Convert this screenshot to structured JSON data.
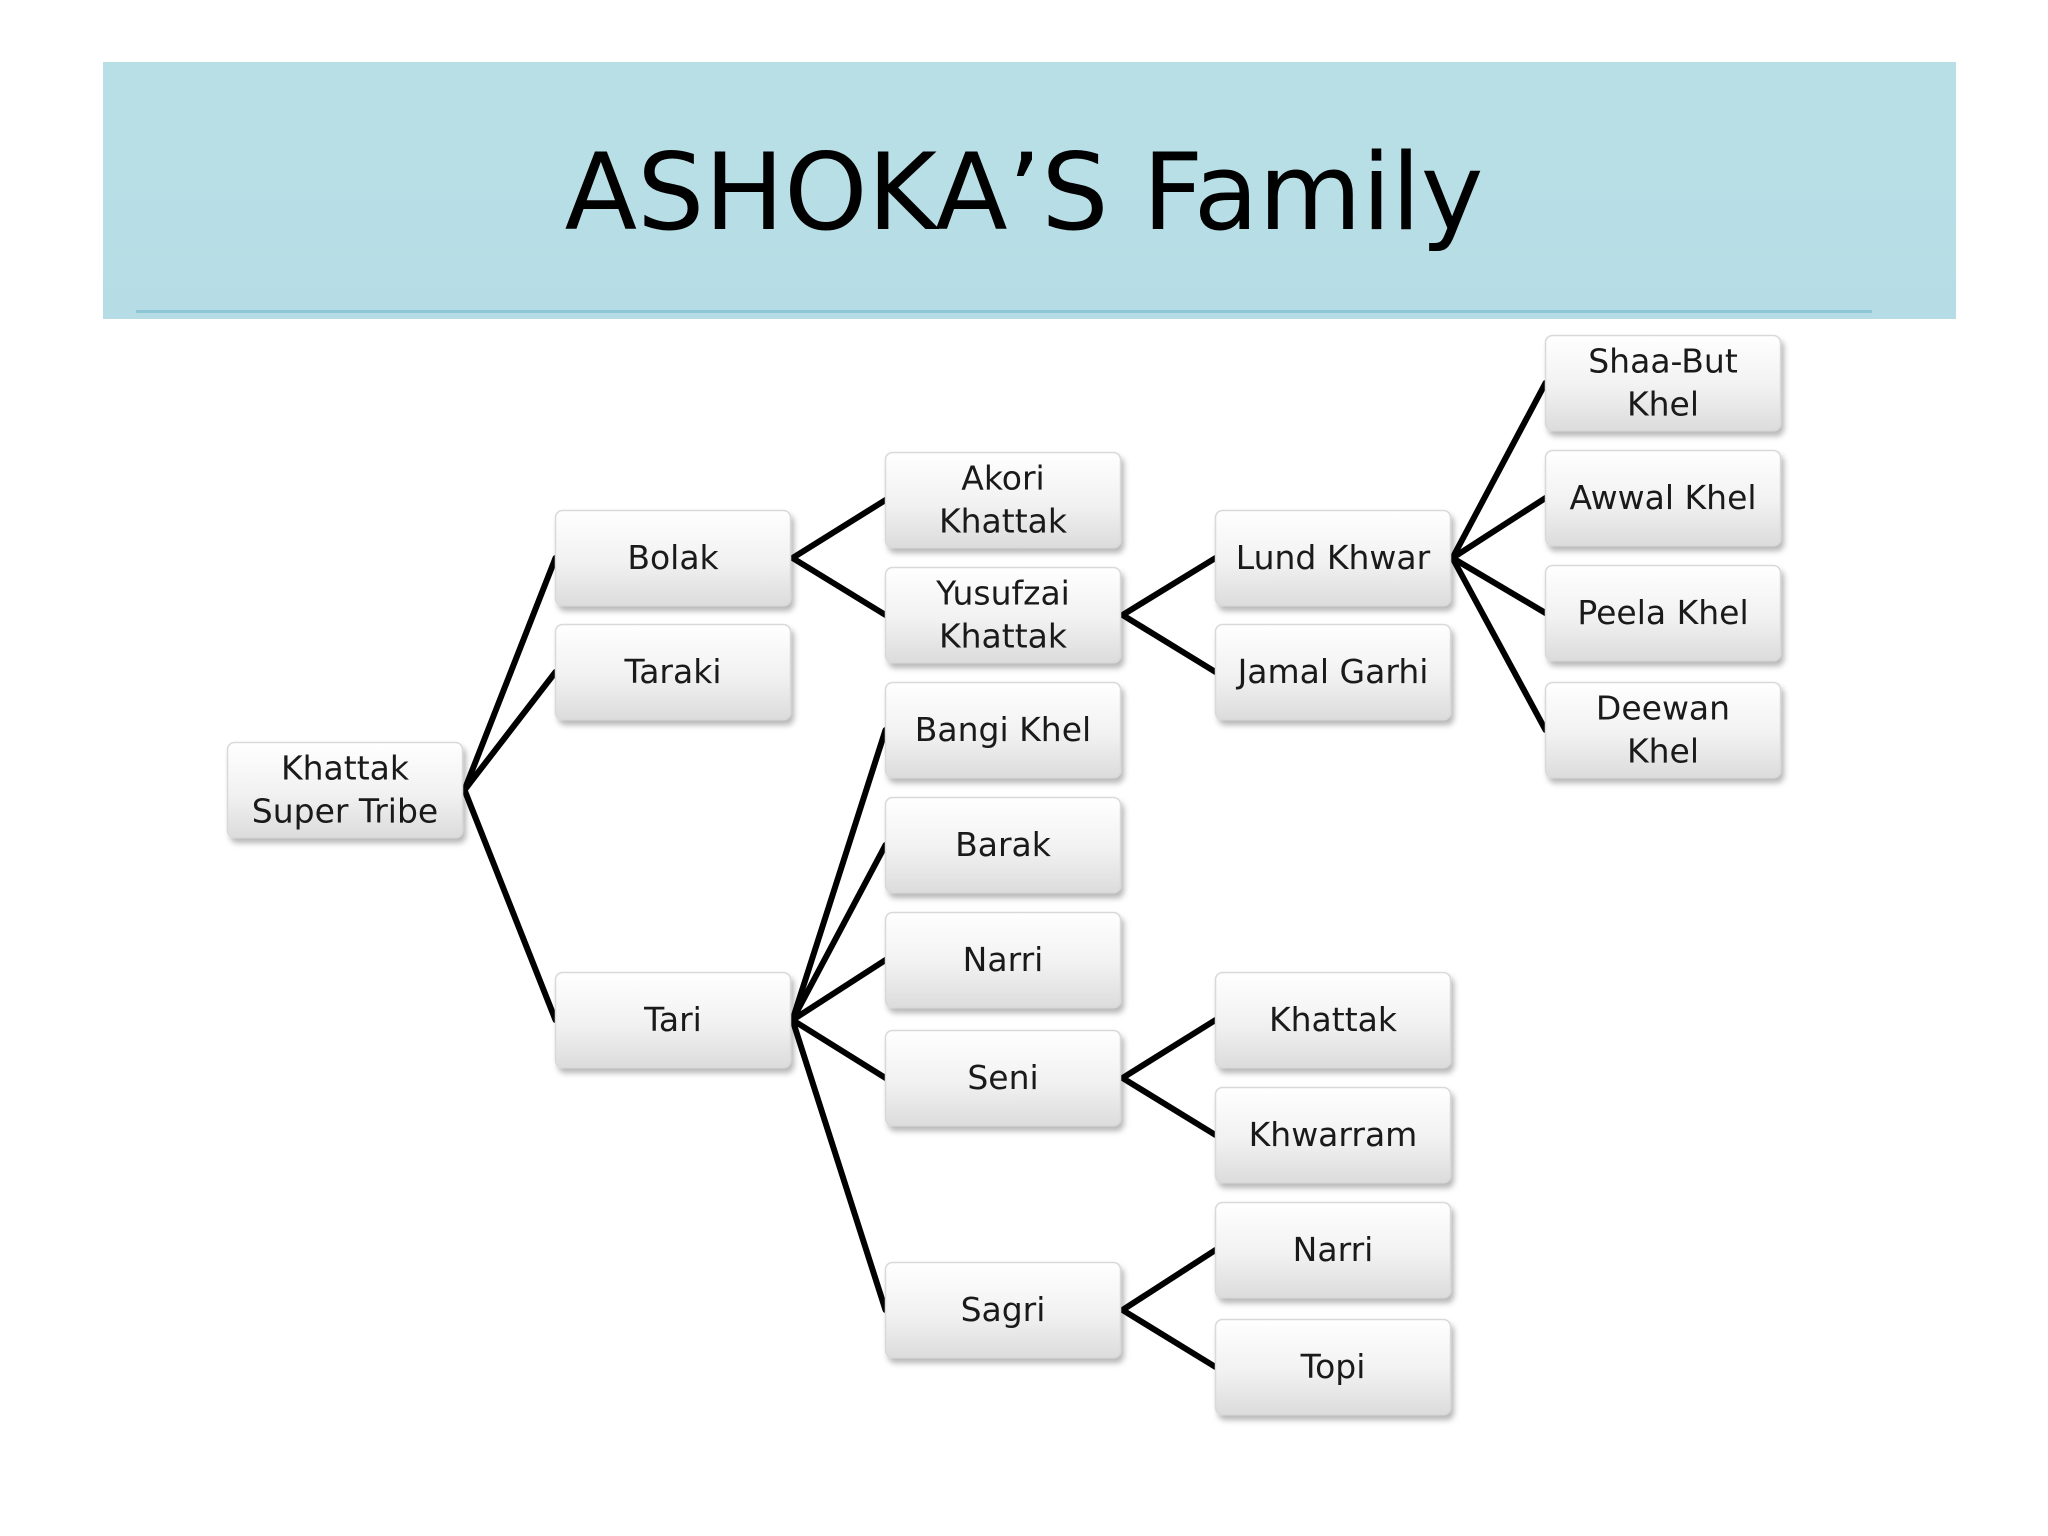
{
  "title": "ASHOKA’S Family",
  "colors": {
    "banner": "#b9dfe6",
    "node_fill": "#f0f0f0",
    "edge": "#000000"
  },
  "tree": {
    "id": "khattak-super-tribe",
    "label": "Khattak\nSuper Tribe",
    "children": [
      {
        "id": "bolak",
        "label": "Bolak",
        "children": [
          {
            "id": "akori-khattak",
            "label": "Akori\nKhattak",
            "children": []
          },
          {
            "id": "yusufzai-khattak",
            "label": "Yusufzai\nKhattak",
            "children": [
              {
                "id": "lund-khwar",
                "label": "Lund Khwar",
                "children": [
                  {
                    "id": "shaa-but-khel",
                    "label": "Shaa-But\nKhel",
                    "children": []
                  },
                  {
                    "id": "awwal-khel",
                    "label": "Awwal Khel",
                    "children": []
                  },
                  {
                    "id": "peela-khel",
                    "label": "Peela Khel",
                    "children": []
                  },
                  {
                    "id": "deewan-khel",
                    "label": "Deewan\nKhel",
                    "children": []
                  }
                ]
              },
              {
                "id": "jamal-garhi",
                "label": "Jamal Garhi",
                "children": []
              }
            ]
          }
        ]
      },
      {
        "id": "taraki",
        "label": "Taraki",
        "children": []
      },
      {
        "id": "tari",
        "label": "Tari",
        "children": [
          {
            "id": "bangi-khel",
            "label": "Bangi Khel",
            "children": []
          },
          {
            "id": "barak",
            "label": "Barak",
            "children": []
          },
          {
            "id": "narri",
            "label": "Narri",
            "children": []
          },
          {
            "id": "seni",
            "label": "Seni",
            "children": [
              {
                "id": "khattak",
                "label": "Khattak",
                "children": []
              },
              {
                "id": "khwarram",
                "label": "Khwarram",
                "children": []
              }
            ]
          },
          {
            "id": "sagri",
            "label": "Sagri",
            "children": [
              {
                "id": "sagri-narri",
                "label": "Narri",
                "children": []
              },
              {
                "id": "topi",
                "label": "Topi",
                "children": []
              }
            ]
          }
        ]
      }
    ]
  }
}
